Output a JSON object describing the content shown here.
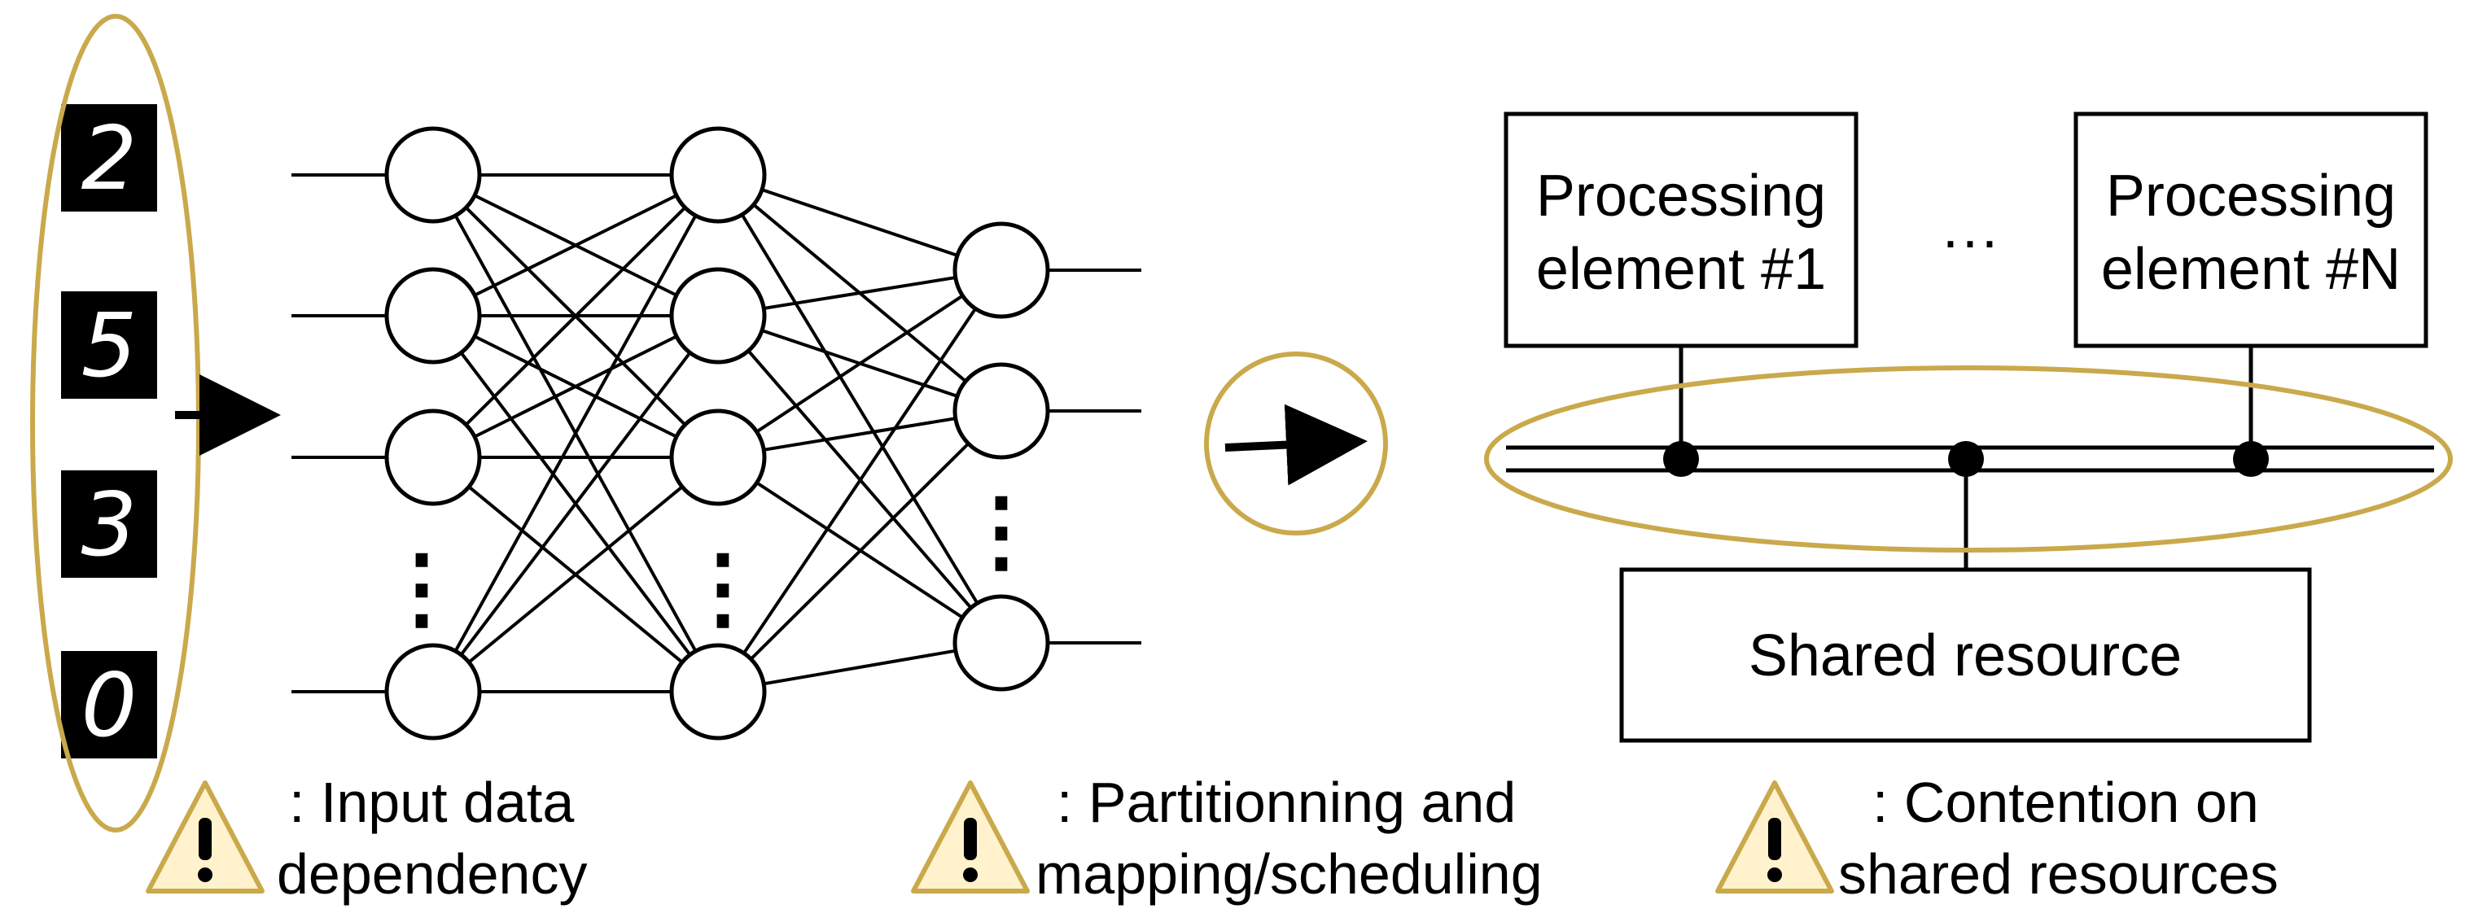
{
  "colors": {
    "highlight": "#C9A94B",
    "warning_fill": "#FFF2CC",
    "warning_stroke": "#C9A94B",
    "line": "#000000",
    "digit_bg": "#000000",
    "digit_fg": "#FFFFFF"
  },
  "input_digits": [
    "2",
    "5",
    "3",
    "0"
  ],
  "network": {
    "ellipsis_glyph": "⋮"
  },
  "hardware": {
    "pe_first": {
      "line1": "Processing",
      "line2": "element #1"
    },
    "pe_last": {
      "line1": "Processing",
      "line2": "element #N"
    },
    "pe_ellipsis": "···",
    "shared_resource": "Shared resource"
  },
  "legend": [
    {
      "icon": "warning-icon",
      "line1": ": Input data",
      "line2": "dependency"
    },
    {
      "icon": "warning-icon",
      "line1": ": Partitionning and",
      "line2": "mapping/scheduling"
    },
    {
      "icon": "warning-icon",
      "line1": ": Contention on",
      "line2": "shared resources"
    }
  ]
}
